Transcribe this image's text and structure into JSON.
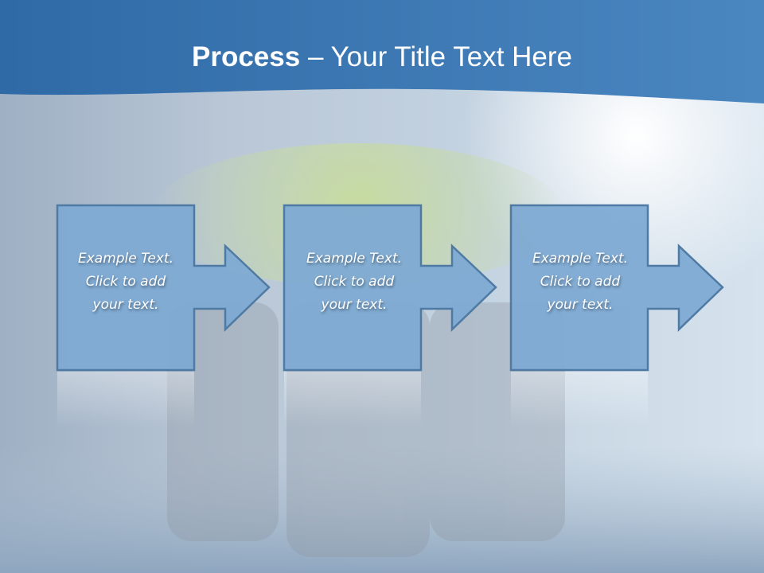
{
  "title": {
    "bold": "Process",
    "rest": " – Your Title Text Here"
  },
  "steps": [
    {
      "line1": "Example Text.",
      "line2": "Click  to add",
      "line3": "your text."
    },
    {
      "line1": "Example Text.",
      "line2": "Click  to add",
      "line3": "your text."
    },
    {
      "line1": "Example Text.",
      "line2": "Click  to add",
      "line3": "your text."
    }
  ],
  "colors": {
    "header": "#3f7ab5",
    "shape_fill": "#7eaad3",
    "shape_stroke": "#4f7aa3"
  }
}
